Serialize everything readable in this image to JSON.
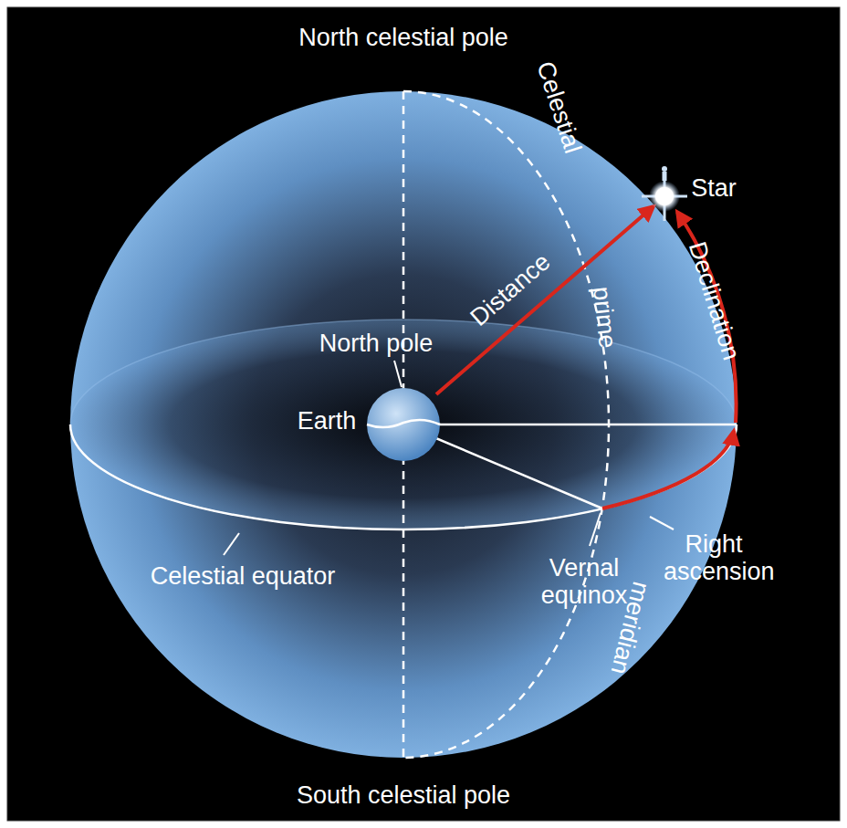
{
  "diagram": {
    "labels": [
      "North celestial pole",
      "Celestial",
      "Star",
      "Distance",
      "prime",
      "North pole",
      "Declination",
      "Earth",
      "Celestial equator",
      "Vernal equinox",
      "Right ascension",
      "meridian",
      "South celestial pole"
    ]
  }
}
